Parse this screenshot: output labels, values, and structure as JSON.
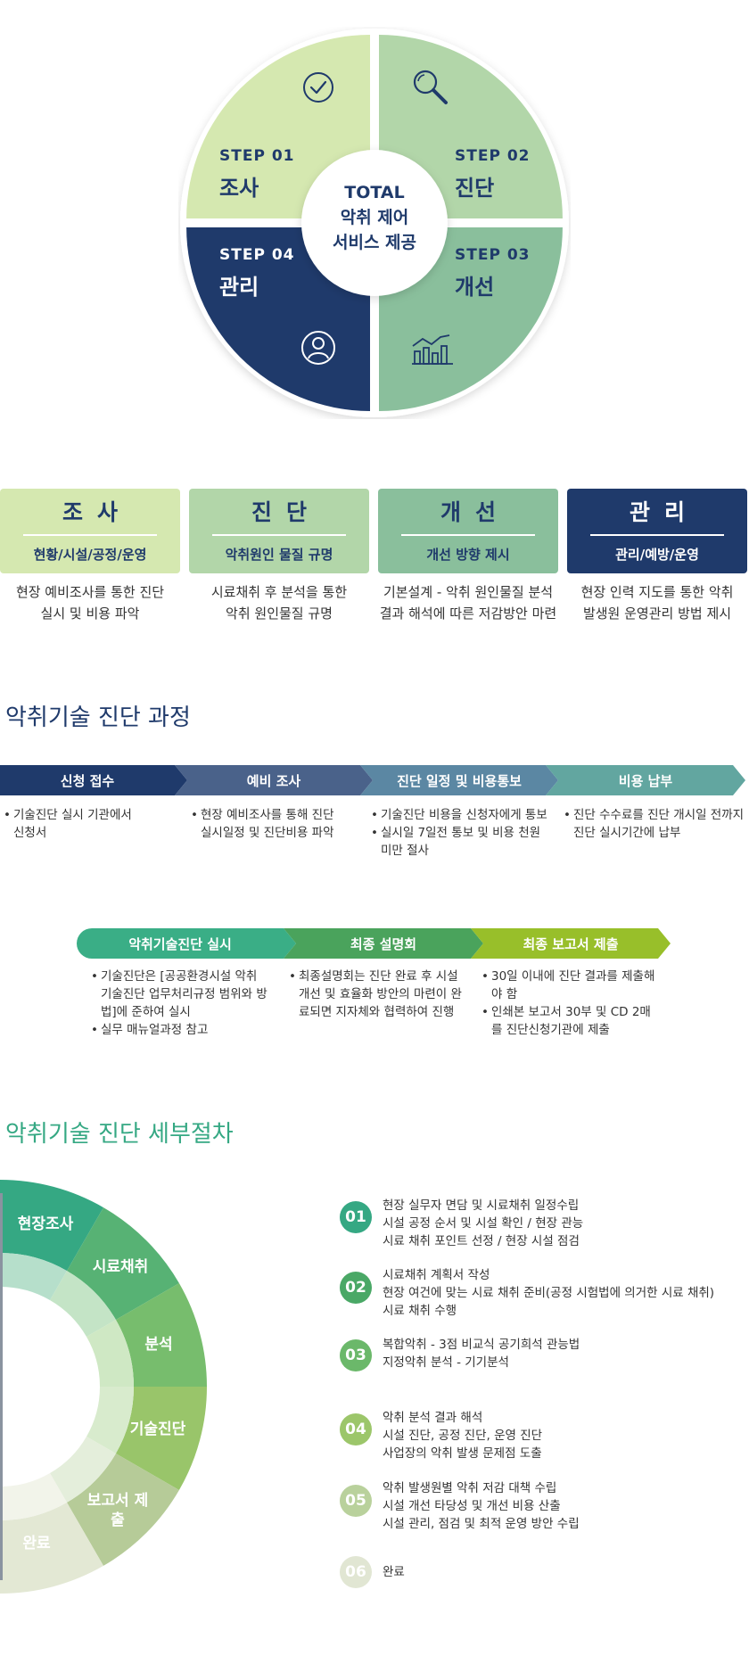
{
  "cycle": {
    "center": [
      "TOTAL",
      "악취 제어",
      "서비스 제공"
    ],
    "steps": [
      {
        "step": "STEP 01",
        "name": "조사",
        "icon": "check-circle-icon",
        "color": "#d5e8b0",
        "text_color": "#1f3a6b"
      },
      {
        "step": "STEP 02",
        "name": "진단",
        "icon": "magnifier-icon",
        "color": "#b2d6a9",
        "text_color": "#1f3a6b"
      },
      {
        "step": "STEP 03",
        "name": "개선",
        "icon": "bar-chart-icon",
        "color": "#8abf9c",
        "text_color": "#1f3a6b"
      },
      {
        "step": "STEP 04",
        "name": "관리",
        "icon": "user-icon",
        "color": "#1f3a6b",
        "text_color": "#ffffff"
      }
    ]
  },
  "stages": [
    {
      "title": "조사",
      "sub": "현황/시설/공정/운영",
      "desc": [
        "현장 예비조사를 통한 진단",
        "실시 및 비용 파악"
      ],
      "bg": "#d5e8b0",
      "fg": "#1f3a6b"
    },
    {
      "title": "진단",
      "sub": "악취원인 물질 규명",
      "desc": [
        "시료채취 후 분석을 통한",
        "악취 원인물질 규명"
      ],
      "bg": "#b2d6a9",
      "fg": "#1f3a6b"
    },
    {
      "title": "개선",
      "sub": "개선 방향 제시",
      "desc": [
        "기본설계 - 악취 원인물질 분석",
        "결과 해석에 따른 저감방안 마련"
      ],
      "bg": "#8abf9c",
      "fg": "#1f3a6b"
    },
    {
      "title": "관리",
      "sub": "관리/예방/운영",
      "desc": [
        "현장 인력 지도를 통한 악취",
        "발생원 운영관리 방법 제시"
      ],
      "bg": "#1f3a6b",
      "fg": "#ffffff"
    }
  ],
  "process": {
    "title": "악취기술 진단 과정",
    "row1": [
      {
        "label": "신청 접수",
        "color": "#1f3a6b",
        "bullets": [
          "기술진단 실시 기관에서 신청서"
        ]
      },
      {
        "label": "예비 조사",
        "color": "#4a628a",
        "bullets": [
          "현장 예비조사를 통해 진단 실시일정 및 진단비용 파악"
        ]
      },
      {
        "label": "진단 일정 및 비용통보",
        "color": "#5b87a3",
        "bullets": [
          "기술진단 비용을 신청자에게 통보",
          "실시일 7일전 통보 및 비용 천원 미만 절사"
        ]
      },
      {
        "label": "비용 납부",
        "color": "#62a6a0",
        "bullets": [
          "진단 수수료를 진단 개시일 전까지 진단 실시기간에 납부"
        ]
      }
    ],
    "row2": [
      {
        "label": "악취기술진단 실시",
        "color": "#3aae86",
        "bullets": [
          "기술진단은 [공공환경시설 악취 기술진단 업무처리규정 범위와 방법]에 준하여 실시",
          "실무 매뉴얼과정 참고"
        ]
      },
      {
        "label": "최종 설명회",
        "color": "#4aa35c",
        "bullets": [
          "최종설명회는 진단 완료 후 시설 개선 및 효율화 방안의 마련이 완료되면 지자체와 협력하여 진행"
        ]
      },
      {
        "label": "최종 보고서 제출",
        "color": "#98bf2a",
        "bullets": [
          "30일 이내에 진단 결과를 제출해야 함",
          "인쇄본 보고서 30부 및 CD 2매를 진단신청기관에 제출"
        ]
      }
    ]
  },
  "detail": {
    "title": "악취기술 진단 세부절차",
    "segments": [
      {
        "label": "현장조사",
        "color": "#35a883"
      },
      {
        "label": "시료채취",
        "color": "#57b274"
      },
      {
        "label": "분석",
        "color": "#77bd6d"
      },
      {
        "label": "기술진단",
        "color": "#99c56a"
      },
      {
        "label": "보고서 제출",
        "color": "#b6cb98"
      },
      {
        "label": "완료",
        "color": "#e3e8d4"
      }
    ],
    "steps": [
      {
        "num": "01",
        "color": "#35a883",
        "lines": [
          "현장 실무자 면담 및 시료채취 일정수립",
          "시설 공정 순서 및 시설 확인 / 현장 관능",
          "시료 채취 포인트 선정 / 현장 시설 점검"
        ]
      },
      {
        "num": "02",
        "color": "#4aa866",
        "lines": [
          "시료채취 계획서 작성",
          "현장 여건에 맞는 시료 채취 준비(공정 시험법에 의거한 시료 채취)",
          "시료 채취 수행"
        ]
      },
      {
        "num": "03",
        "color": "#6bb86a",
        "lines": [
          "복합악취 - 3점 비교식 공기희석 관능법",
          "지정악취 분석 - 기기분석"
        ]
      },
      {
        "num": "04",
        "color": "#9cc66a",
        "lines": [
          "악취 분석 결과 해석",
          "시설 진단, 공정 진단, 운영 진단",
          "사업장의 악취 발생 문제점 도출"
        ]
      },
      {
        "num": "05",
        "color": "#b9d19c",
        "lines": [
          "악취 발생원별 악취 저감 대책 수립",
          "시설 개선 타당성 및 개선 비용 산출",
          "시설 관리, 점검 및 최적 운영 방안 수립"
        ]
      },
      {
        "num": "06",
        "color": "#e1e6d3",
        "lines": [
          "완료"
        ]
      }
    ]
  }
}
